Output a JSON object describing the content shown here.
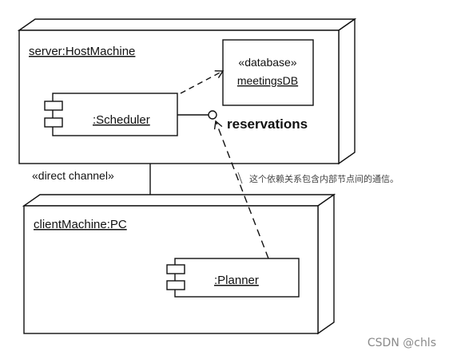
{
  "server_node": {
    "label": "server:HostMachine"
  },
  "database": {
    "stereotype": "«database»",
    "name": "meetingsDB"
  },
  "scheduler": {
    "label": ":Scheduler"
  },
  "interface": {
    "label": "reservations"
  },
  "link": {
    "label": "«direct channel»"
  },
  "client_node": {
    "label": "clientMachine:PC"
  },
  "planner": {
    "label": ":Planner"
  },
  "annotation": {
    "text": "这个依赖关系包含内部节点间的通信。"
  },
  "watermark": {
    "text": "CSDN @chls"
  }
}
